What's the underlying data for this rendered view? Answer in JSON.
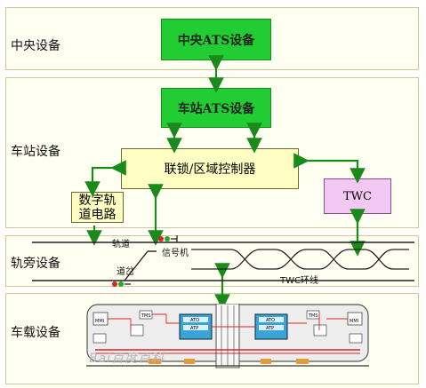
{
  "bands": {
    "central": {
      "label": "中央设备"
    },
    "station": {
      "label": "车站设备"
    },
    "trackside": {
      "label": "轨旁设备"
    },
    "onboard": {
      "label": "车载设备"
    }
  },
  "boxes": {
    "central_ats": "中央ATS设备",
    "station_ats": "车站ATS设备",
    "interlock": "联锁/区域控制器",
    "twc": "TWC",
    "digital_track_line1": "数字轨",
    "digital_track_line2": "道电路"
  },
  "labels": {
    "track": "轨道",
    "signal": "信号机",
    "switch": "道岔",
    "twc_loop": "TWC环线"
  },
  "train": {
    "mmi_left": "MMI",
    "tms_left": "TMS",
    "ato_left": "ATO",
    "atp_left": "ATP",
    "mmi_right": "MMI",
    "tms_right": "TMS",
    "ato_right": "ATO",
    "atp_right": "ATP"
  },
  "watermark": "Bai百度百科",
  "colors": {
    "green_box": "#22cc33",
    "yellow_box": "#ffffc4",
    "pink_box": "#f3c8f3",
    "arrow": "#1a8a1a",
    "band_fill": "#fffff2",
    "band_border": "#d8c58f"
  }
}
